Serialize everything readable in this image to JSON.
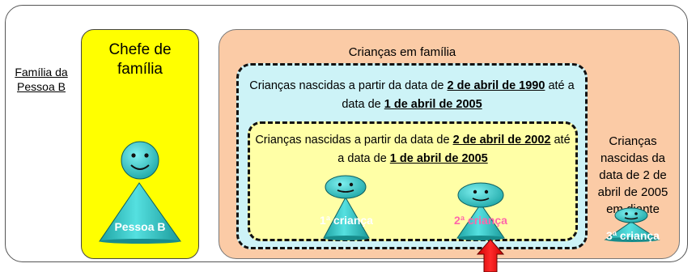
{
  "family_label_line1": "Família da",
  "family_label_line2": "Pessoa B",
  "chief_title_line1": "Chefe de",
  "chief_title_line2": "família",
  "person_b_label": "Pessoa B",
  "kids_title": "Crianças em família",
  "cyan": {
    "prefix": "Crianças nascidas a partir da data de ",
    "date1": "2 de abril de 1990",
    "mid": " até a data de ",
    "date2": "1 de abril de 2005"
  },
  "yellow": {
    "prefix": "Crianças nascidas a partir da data de ",
    "date1": "2 de abril de 2002",
    "mid": " até a data de ",
    "date2": "1 de abril de 2005"
  },
  "right_lines": [
    "Crianças",
    "nascidas da",
    "data de 2 de",
    "abril de 2005",
    "em diante"
  ],
  "child1_label": "1ª criança",
  "child2_label": "2ª criança",
  "child3_label": "3ª criança",
  "colors": {
    "figure_fill": "#33cccc",
    "child2_label": "#ff66aa",
    "arrow": "#ff0000",
    "chief_box": "#ffff00",
    "kids_box": "#fbcba6",
    "cyan_box": "#cdf3f7",
    "yellow_box": "#ffffa6"
  },
  "icons": [
    "smiley-person-figure-icon",
    "up-arrow-icon"
  ]
}
